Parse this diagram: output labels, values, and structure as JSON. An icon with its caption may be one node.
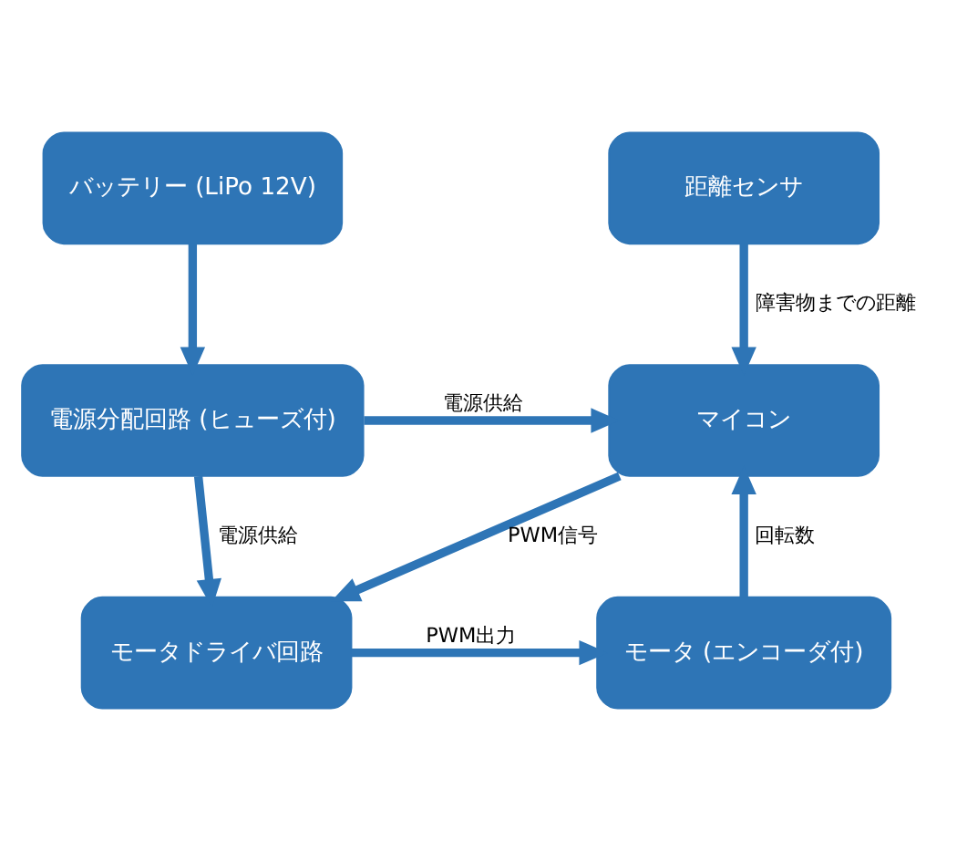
{
  "diagram": {
    "nodes": [
      {
        "text": [
          "バッテリー (LiPo 12V)"
        ]
      },
      {
        "text": [
          "距離センサ"
        ]
      },
      {
        "text": [
          "電源分配回路 (ヒューズ付)"
        ]
      },
      {
        "text": [
          "マイコン"
        ]
      },
      {
        "text": [
          "モータドライバ回路"
        ]
      },
      {
        "text": [
          "モータ (エンコーダ付)"
        ]
      }
    ],
    "edges": [
      {
        "from": 0,
        "to": 2,
        "arrow": "to"
      },
      {
        "from": 1,
        "to": 3,
        "arrow": "to",
        "label": "障害物までの距離"
      },
      {
        "from": 2,
        "to": 3,
        "arrow": "to",
        "label": "電源供給"
      },
      {
        "from": 3,
        "to": 4,
        "arrow": "to",
        "label": "PWM信号"
      },
      {
        "from": 2,
        "to": 4,
        "arrow": "to",
        "label": "電源供給"
      },
      {
        "from": 4,
        "to": 5,
        "arrow": "to",
        "label": "PWM出力"
      },
      {
        "from": 5,
        "to": 3,
        "arrow": "to",
        "label": "回転数"
      }
    ]
  }
}
